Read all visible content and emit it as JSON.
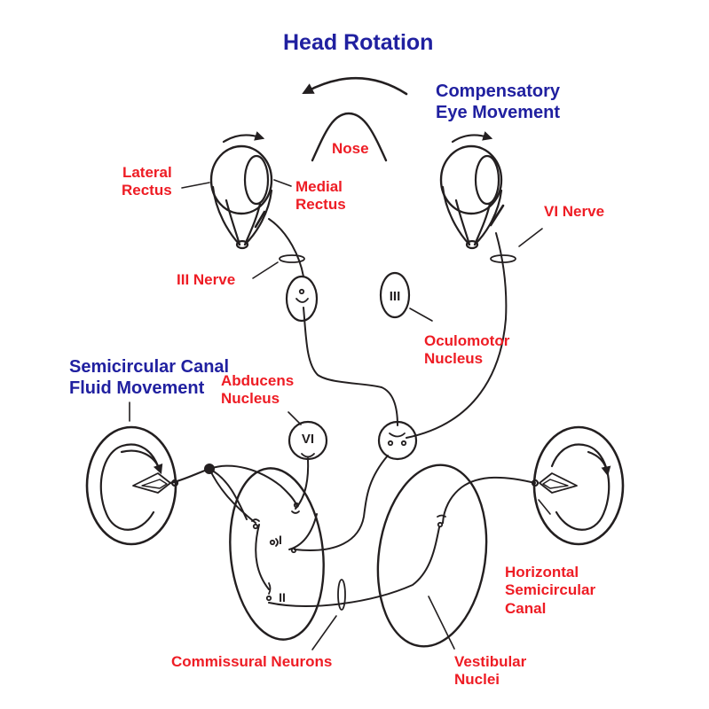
{
  "diagram": {
    "title": "Head Rotation",
    "labels": {
      "compensatory_line1": "Compensatory",
      "compensatory_line2": "Eye Movement",
      "nose": "Nose",
      "lateral_rectus_line1": "Lateral",
      "lateral_rectus_line2": "Rectus",
      "medial_rectus_line1": "Medial",
      "medial_rectus_line2": "Rectus",
      "vi_nerve": "VI Nerve",
      "iii_nerve": "III Nerve",
      "oculomotor_line1": "Oculomotor",
      "oculomotor_line2": "Nucleus",
      "canal_fluid_line1": "Semicircular Canal",
      "canal_fluid_line2": "Fluid Movement",
      "abducens_line1": "Abducens",
      "abducens_line2": "Nucleus",
      "horizontal_canal_line1": "Horizontal",
      "horizontal_canal_line2": "Semicircular",
      "horizontal_canal_line3": "Canal",
      "commissural": "Commissural Neurons",
      "vestibular_line1": "Vestibular",
      "vestibular_line2": "Nuclei"
    },
    "nucleus_marks": {
      "oculomotor": "III",
      "abducens": "VI",
      "neuron_type_1": "I",
      "neuron_type_2": "II"
    },
    "colors": {
      "label_red": "#ee1c24",
      "label_blue": "#2020a0",
      "line": "#231f20"
    }
  }
}
